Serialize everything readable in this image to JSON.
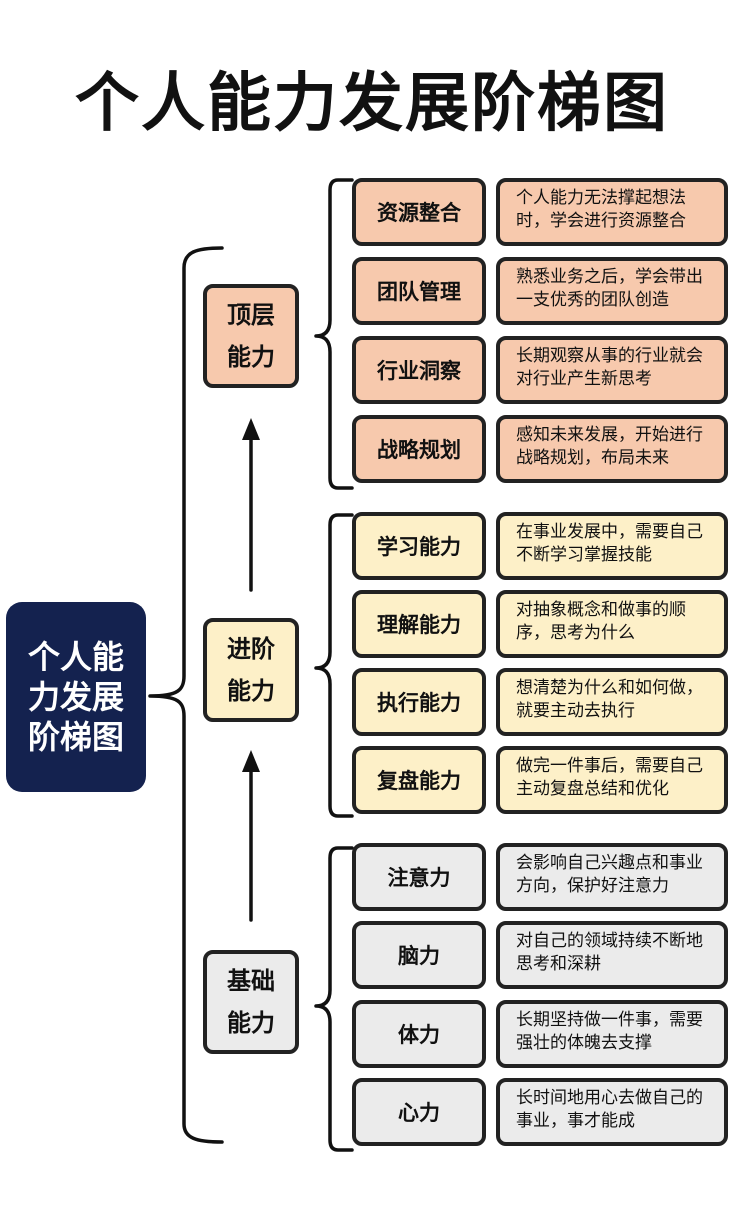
{
  "title": "个人能力发展阶梯图",
  "root": "个人能力发展阶梯图",
  "colors": {
    "root_bg": "#14224f",
    "top": "#f7c9ad",
    "mid": "#fdf0c8",
    "base": "#ebebeb",
    "border": "#222222"
  },
  "tiers": [
    {
      "level": "顶层能力",
      "skills": [
        {
          "name": "资源整合",
          "desc": "个人能力无法撑起想法时，学会进行资源整合"
        },
        {
          "name": "团队管理",
          "desc": "熟悉业务之后，学会带出一支优秀的团队创造"
        },
        {
          "name": "行业洞察",
          "desc": "长期观察从事的行业就会对行业产生新思考"
        },
        {
          "name": "战略规划",
          "desc": "感知未来发展，开始进行战略规划，布局未来"
        }
      ]
    },
    {
      "level": "进阶能力",
      "skills": [
        {
          "name": "学习能力",
          "desc": "在事业发展中，需要自己不断学习掌握技能"
        },
        {
          "name": "理解能力",
          "desc": "对抽象概念和做事的顺序，思考为什么"
        },
        {
          "name": "执行能力",
          "desc": "想清楚为什么和如何做，就要主动去执行"
        },
        {
          "name": "复盘能力",
          "desc": "做完一件事后，需要自己主动复盘总结和优化"
        }
      ]
    },
    {
      "level": "基础能力",
      "skills": [
        {
          "name": "注意力",
          "desc": "会影响自己兴趣点和事业方向，保护好注意力"
        },
        {
          "name": "脑力",
          "desc": "对自己的领域持续不断地思考和深耕"
        },
        {
          "name": "体力",
          "desc": "长期坚持做一件事，需要强壮的体魄去支撑"
        },
        {
          "name": "心力",
          "desc": "长时间地用心去做自己的事业，事才能成"
        }
      ]
    }
  ]
}
